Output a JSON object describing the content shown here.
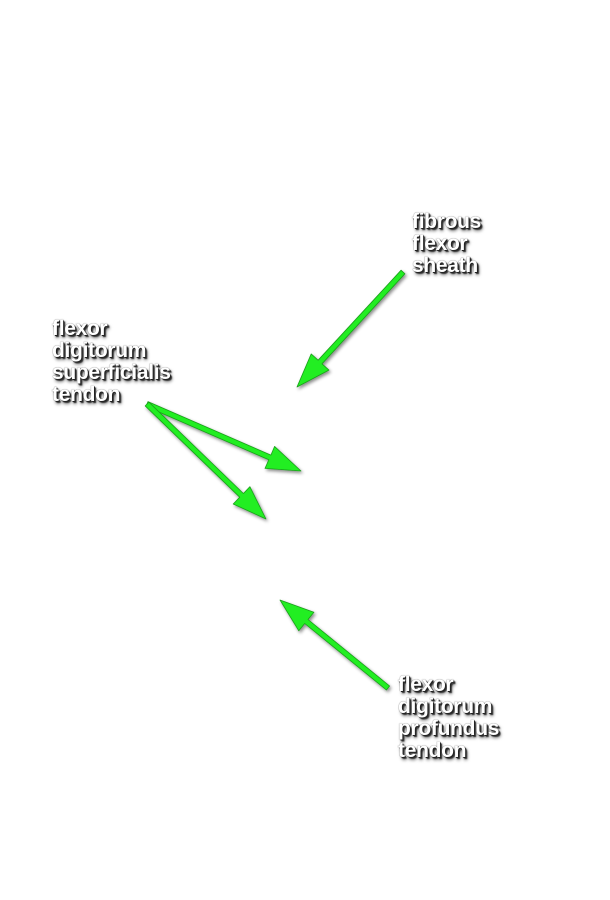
{
  "labels": {
    "fibrous_flexor_sheath": [
      "fibrous",
      "flexor",
      "sheath"
    ],
    "flexor_digitorum_superficialis_tendon": [
      "flexor",
      "digitorum",
      "superficialis",
      "tendon"
    ],
    "flexor_digitorum_profundus_tendon": [
      "flexor",
      "digitorum",
      "profundus",
      "tendon"
    ]
  },
  "colors": {
    "arrow": "#22ee22",
    "arrow_outline": "#1a9e1a",
    "label_text": "#ffffff",
    "label_shadow": "#222222",
    "background": "#ffffff"
  }
}
